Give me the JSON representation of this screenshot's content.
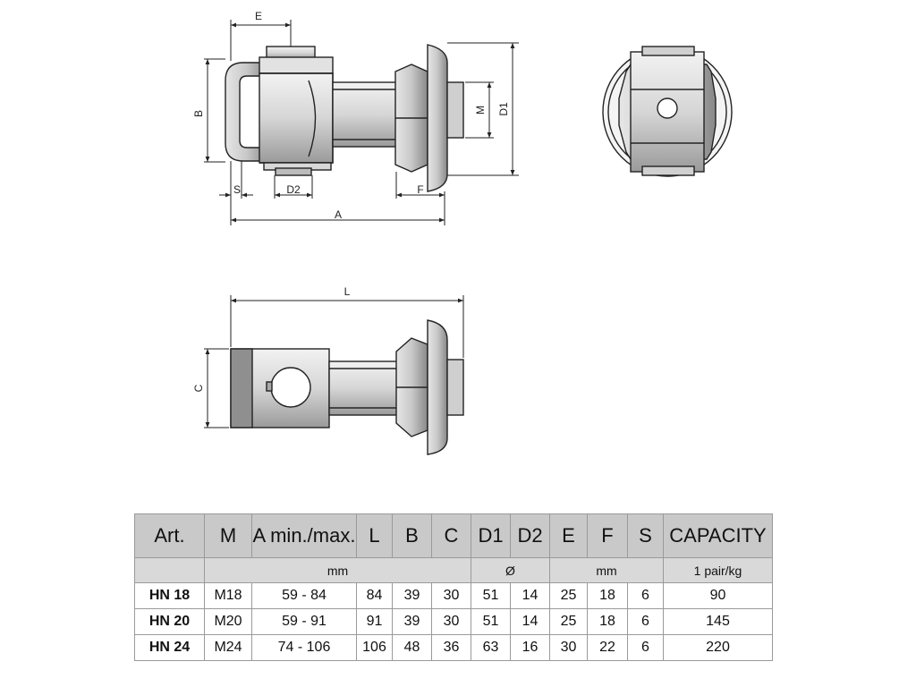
{
  "dimension_labels": {
    "E": "E",
    "B": "B",
    "S": "S",
    "D2": "D2",
    "A": "A",
    "F": "F",
    "M": "M",
    "D1": "D1",
    "L": "L",
    "C": "C"
  },
  "table": {
    "headers": [
      "Art.",
      "M",
      "A min./max.",
      "L",
      "B",
      "C",
      "D1",
      "D2",
      "E",
      "F",
      "S",
      "CAPACITY"
    ],
    "units": {
      "blank": "",
      "mm_1": "mm",
      "diameter": "Ø",
      "mm_2": "mm",
      "capacity": "1 pair/kg"
    },
    "rows": [
      {
        "art": "HN 18",
        "m": "M18",
        "a": "59 - 84",
        "l": "84",
        "b": "39",
        "c": "30",
        "d1": "51",
        "d2": "14",
        "e": "25",
        "f": "18",
        "s": "6",
        "capacity": "90"
      },
      {
        "art": "HN 20",
        "m": "M20",
        "a": "59 - 91",
        "l": "91",
        "b": "39",
        "c": "30",
        "d1": "51",
        "d2": "14",
        "e": "25",
        "f": "18",
        "s": "6",
        "capacity": "145"
      },
      {
        "art": "HN 24",
        "m": "M24",
        "a": "74 - 106",
        "l": "106",
        "b": "48",
        "c": "36",
        "d1": "63",
        "d2": "16",
        "e": "30",
        "f": "22",
        "s": "6",
        "capacity": "220"
      }
    ]
  }
}
